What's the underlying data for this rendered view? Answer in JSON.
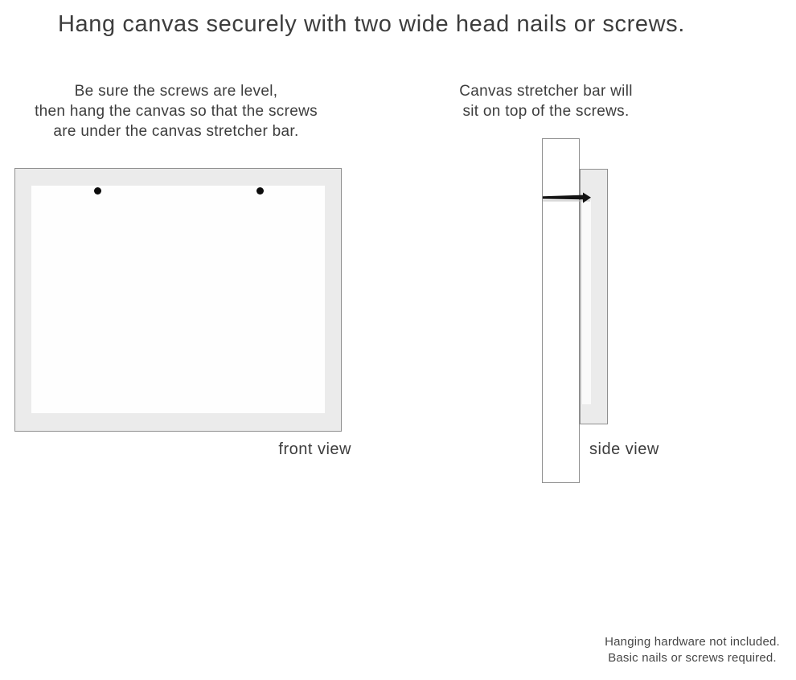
{
  "page": {
    "title": "Hang canvas securely with two wide head nails or screws."
  },
  "instructions": {
    "front": {
      "line1": "Be sure the screws are level,",
      "line2": "then hang the canvas so that the screws",
      "line3": "are under the canvas stretcher bar."
    },
    "side": {
      "line1": "Canvas stretcher bar will",
      "line2": "sit on top of the screws."
    }
  },
  "diagram": {
    "front_view": {
      "label": "front view",
      "fasteners": [
        "left nail head",
        "right nail head"
      ]
    },
    "side_view": {
      "label": "side view",
      "fastener": "wide head nail in wall"
    }
  },
  "footer": {
    "line1": "Hanging hardware not included.",
    "line2": "Basic nails or screws required."
  },
  "colors": {
    "background": "#ffffff",
    "canvas_frame_gray": "#ebebeb",
    "canvas_face_white": "#fefefe",
    "outline_gray": "#8f8f8f",
    "text_gray": "#3d3d3d",
    "nail_black": "#141414"
  }
}
